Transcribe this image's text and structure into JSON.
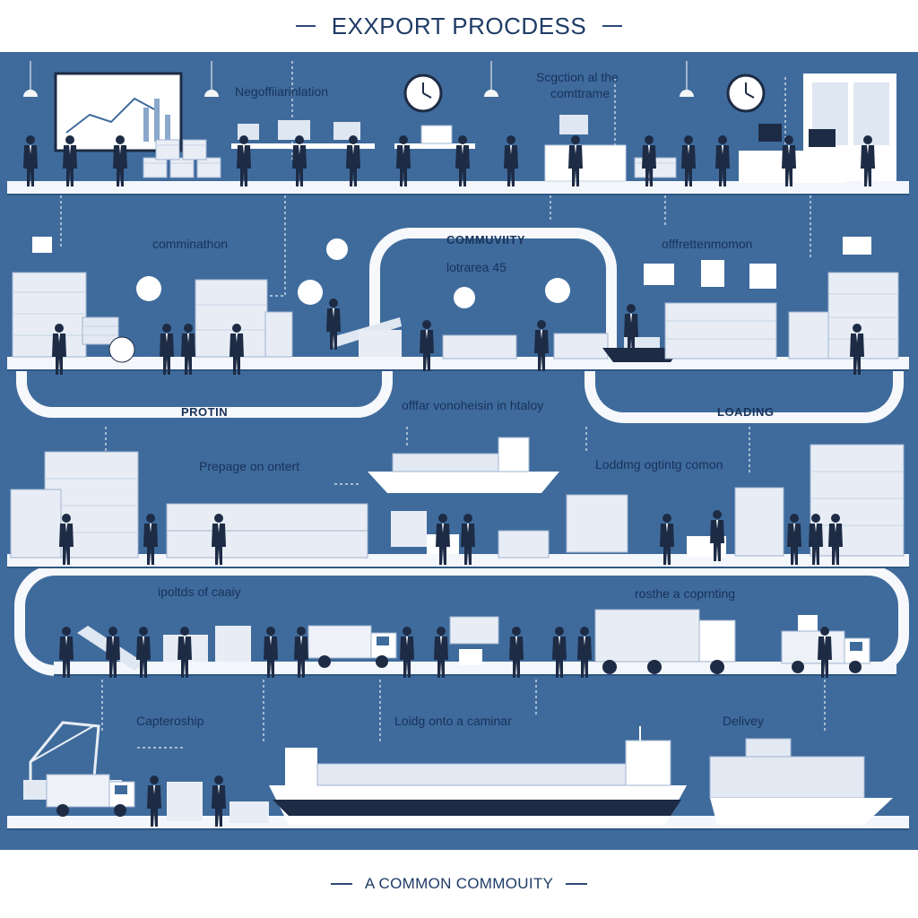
{
  "title": "EXXPORT PROCDESS",
  "footer": "A COMMON COMMOUITY",
  "labels": {
    "negotiation": "Negoffiiarinlation",
    "selection_line1": "Scgction al the",
    "selection_line2": "comttrame",
    "commination": "comminathon",
    "community": "COMMUVIITY",
    "lounge": "lotrarea 45",
    "attenmomon": "offfrettenmomon",
    "protin": "PROTIN",
    "offar": "offfar vonoheisin in htaloy",
    "loading": "LOADING",
    "prepage": "Prepage on ontert",
    "loading_ogning": "Loddmg ogtintg comon",
    "ipoltds": "ipoltds of caaiy",
    "rosthe": "rosthe a coprnting",
    "capteroship": "Capteroship",
    "loidg": "Loidg onto a caminar",
    "delivery": "Delivey"
  },
  "colors": {
    "panel": "#3f6b9c",
    "navy": "#1d2b45",
    "box": "#e9eef6",
    "shelf": "#f3f6fb",
    "title": "#1f3b66"
  }
}
